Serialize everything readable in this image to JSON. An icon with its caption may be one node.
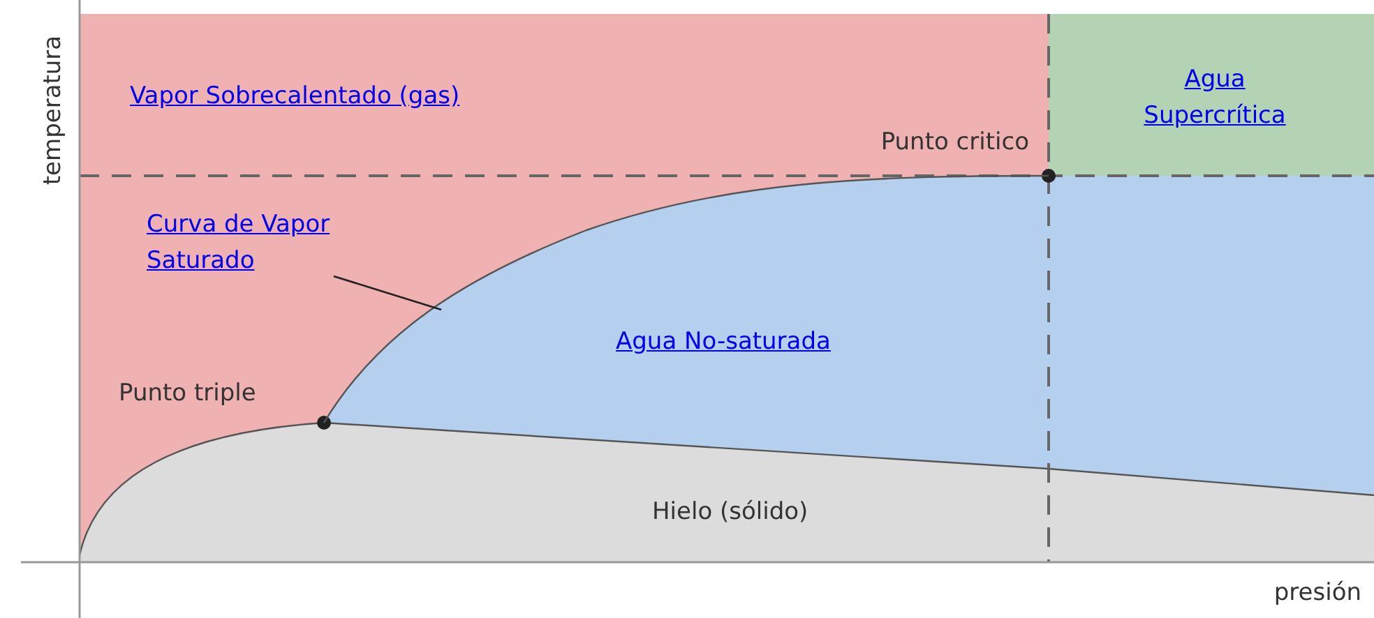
{
  "diagram": {
    "nodes": [
      {
        "text": [
          "Curva de Vapor Saturado"
        ]
      },
      {
        "text": [],
        "shape": "curve"
      }
    ],
    "edges": [
      {
        "from": 0,
        "to": 1,
        "arrow": "none"
      }
    ],
    "labels": [
      "temperatura",
      "Vapor Sobrecalentado (gas)",
      "Agua Supercrítica",
      "Punto critico",
      "Agua No-saturada",
      "Punto triple",
      "Hielo (sólido)",
      "presión"
    ]
  }
}
